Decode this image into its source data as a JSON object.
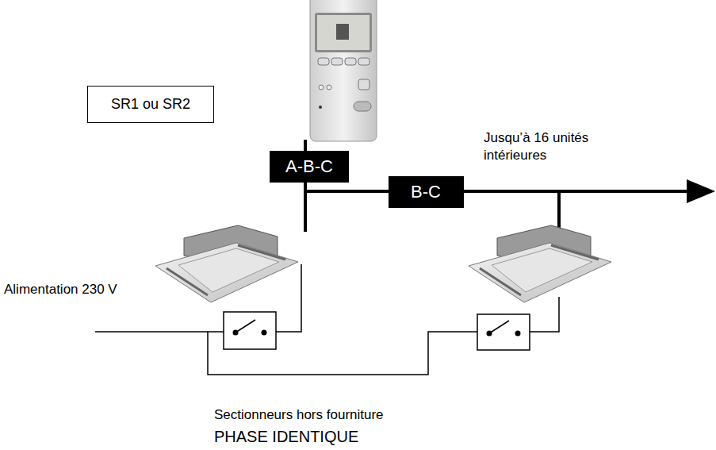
{
  "diagram": {
    "nodes": [
      {
        "text": [
          "SR1 ou SR2"
        ]
      },
      {
        "text": [
          "A-B-C"
        ]
      },
      {
        "text": [
          "B-C"
        ]
      }
    ],
    "labels": [
      "Jusqu’à 16 unités intérieures",
      "Alimentation 230 V",
      "Sectionneurs hors fourniture",
      "PHASE IDENTIQUE"
    ]
  }
}
